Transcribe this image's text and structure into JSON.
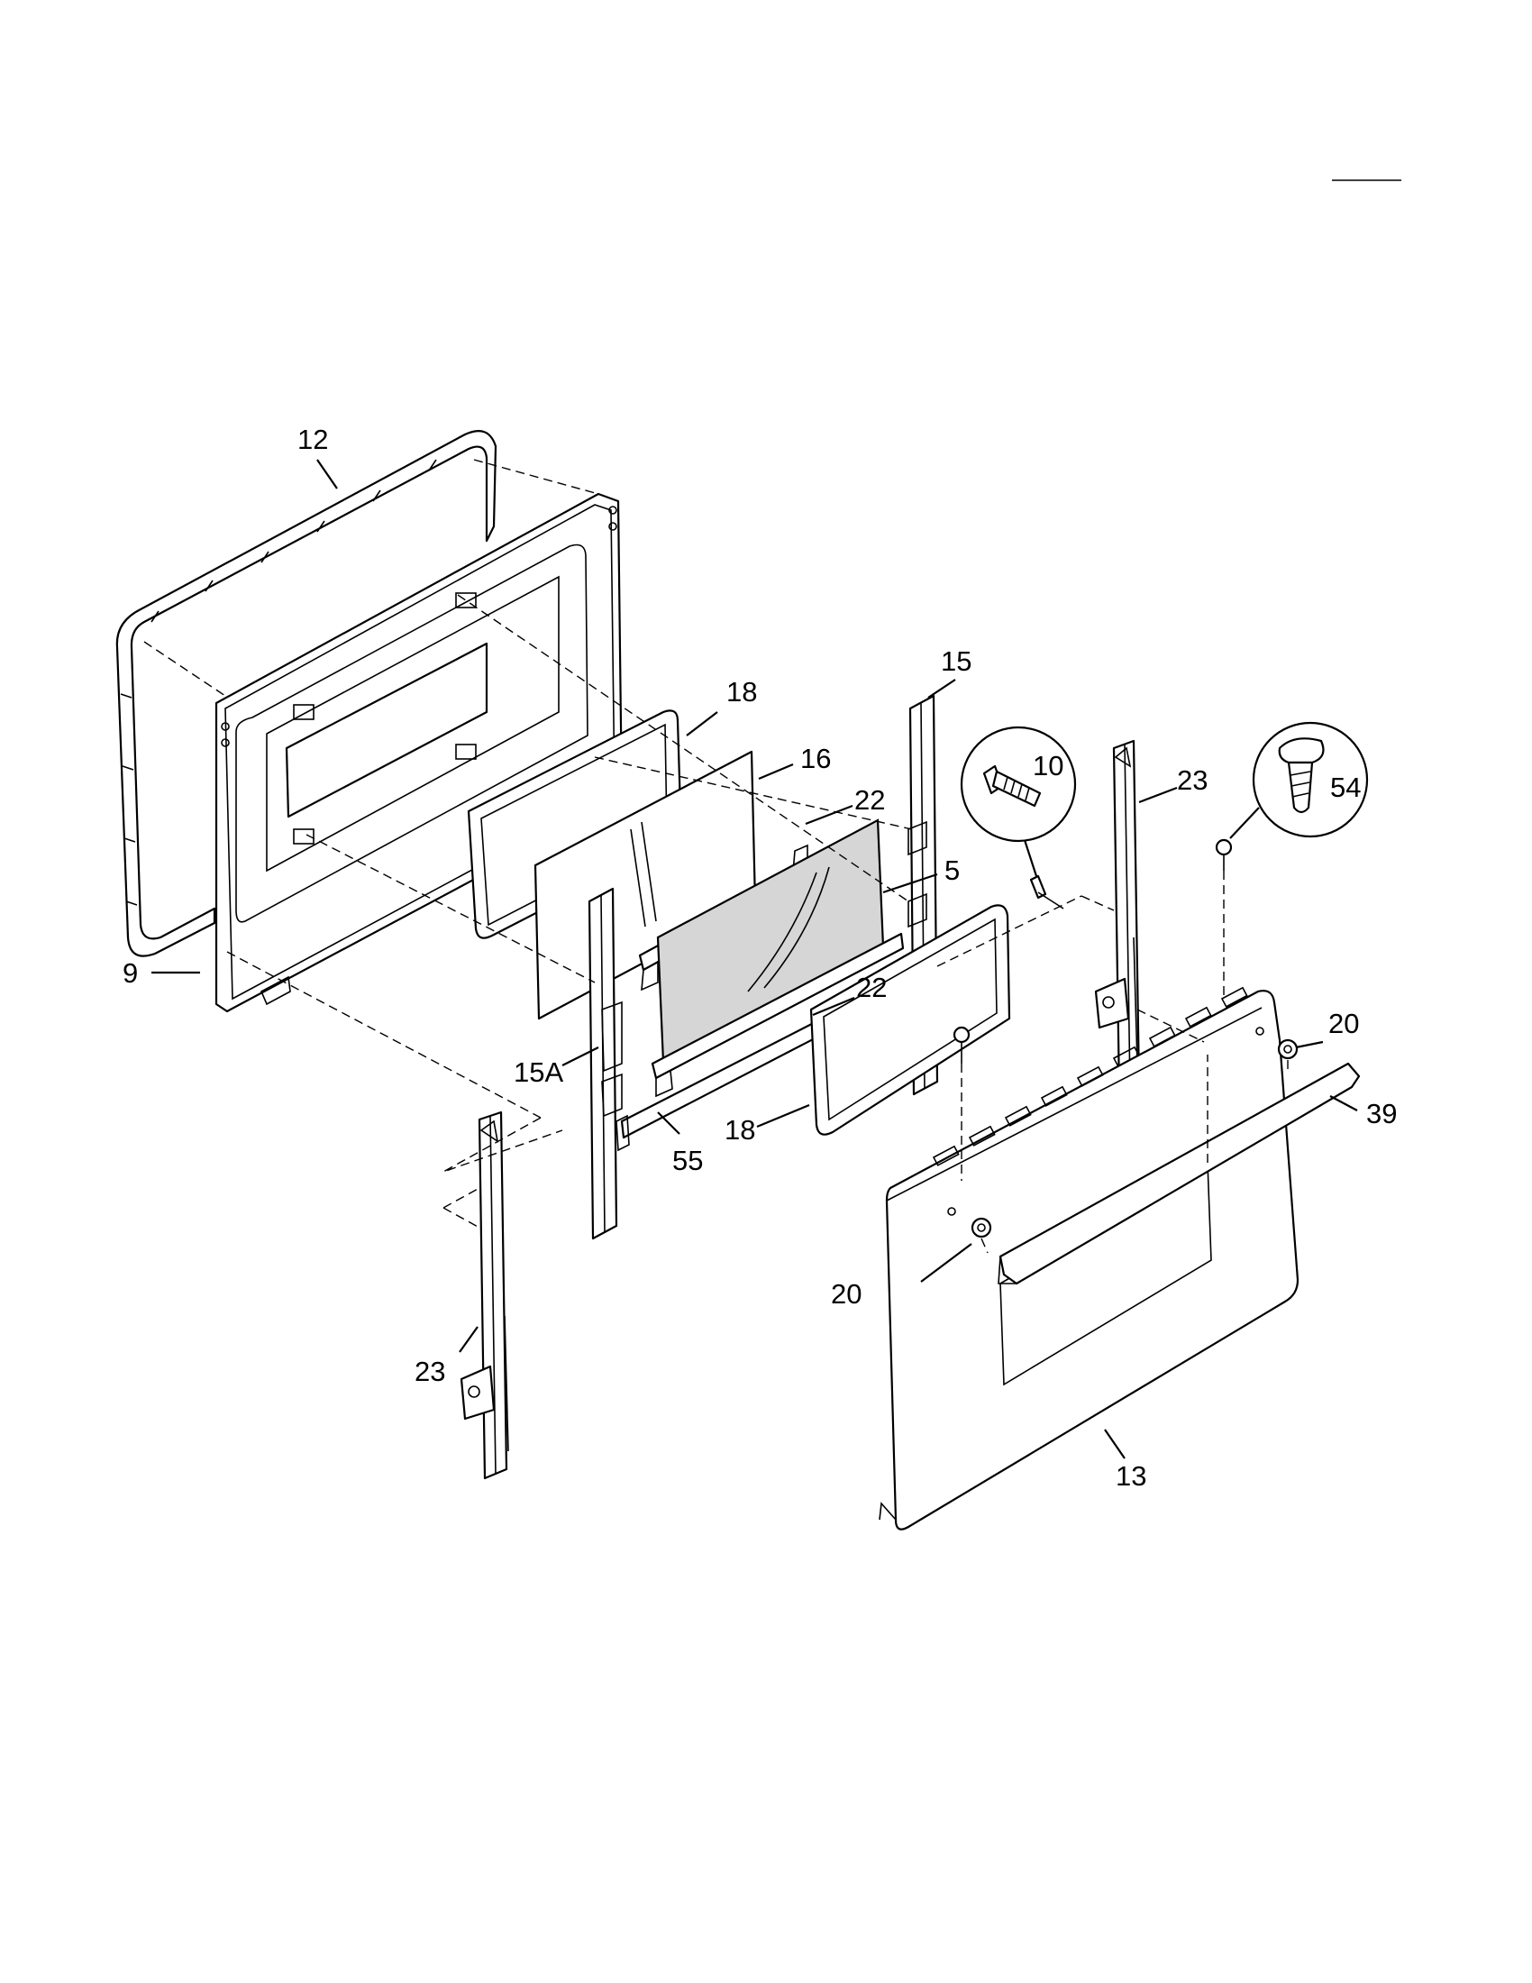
{
  "callouts": {
    "c12": "12",
    "c9": "9",
    "c18a": "18",
    "c16": "16",
    "c15": "15",
    "c10": "10",
    "c23a": "23",
    "c54": "54",
    "c22a": "22",
    "c5": "5",
    "c15a": "15A",
    "c22b": "22",
    "c20a": "20",
    "c39": "39",
    "c18b": "18",
    "c55": "55",
    "c20b": "20",
    "c23b": "23",
    "c13": "13"
  },
  "colors": {
    "line": "#000000",
    "glass_mesh": "#d6d6d6",
    "paper": "#ffffff"
  }
}
